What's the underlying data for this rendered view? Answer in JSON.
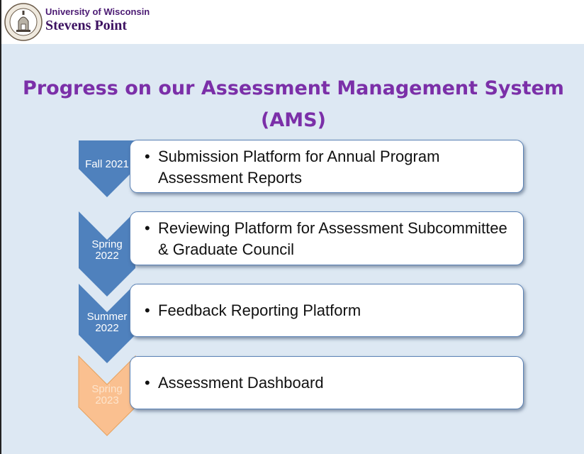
{
  "header": {
    "university_line1": "University of Wisconsin",
    "university_line2": "Stevens Point"
  },
  "slide": {
    "title": "Progress on our Assessment Management System (AMS)"
  },
  "colors": {
    "title": "#7b2fa8",
    "chevron_complete": "#4f81bd",
    "chevron_upcoming": "#fac090",
    "upcoming_label": "#fde4cc",
    "slide_background": "#dde8f3"
  },
  "timeline": [
    {
      "period": "Fall 2021",
      "item": "Submission Platform for Annual Program Assessment Reports"
    },
    {
      "period": "Spring 2022",
      "item": "Reviewing Platform for Assessment Subcommittee & Graduate Council"
    },
    {
      "period": "Summer 2022",
      "item": "Feedback Reporting Platform"
    },
    {
      "period": "Spring 2023",
      "item": "Assessment Dashboard"
    }
  ]
}
